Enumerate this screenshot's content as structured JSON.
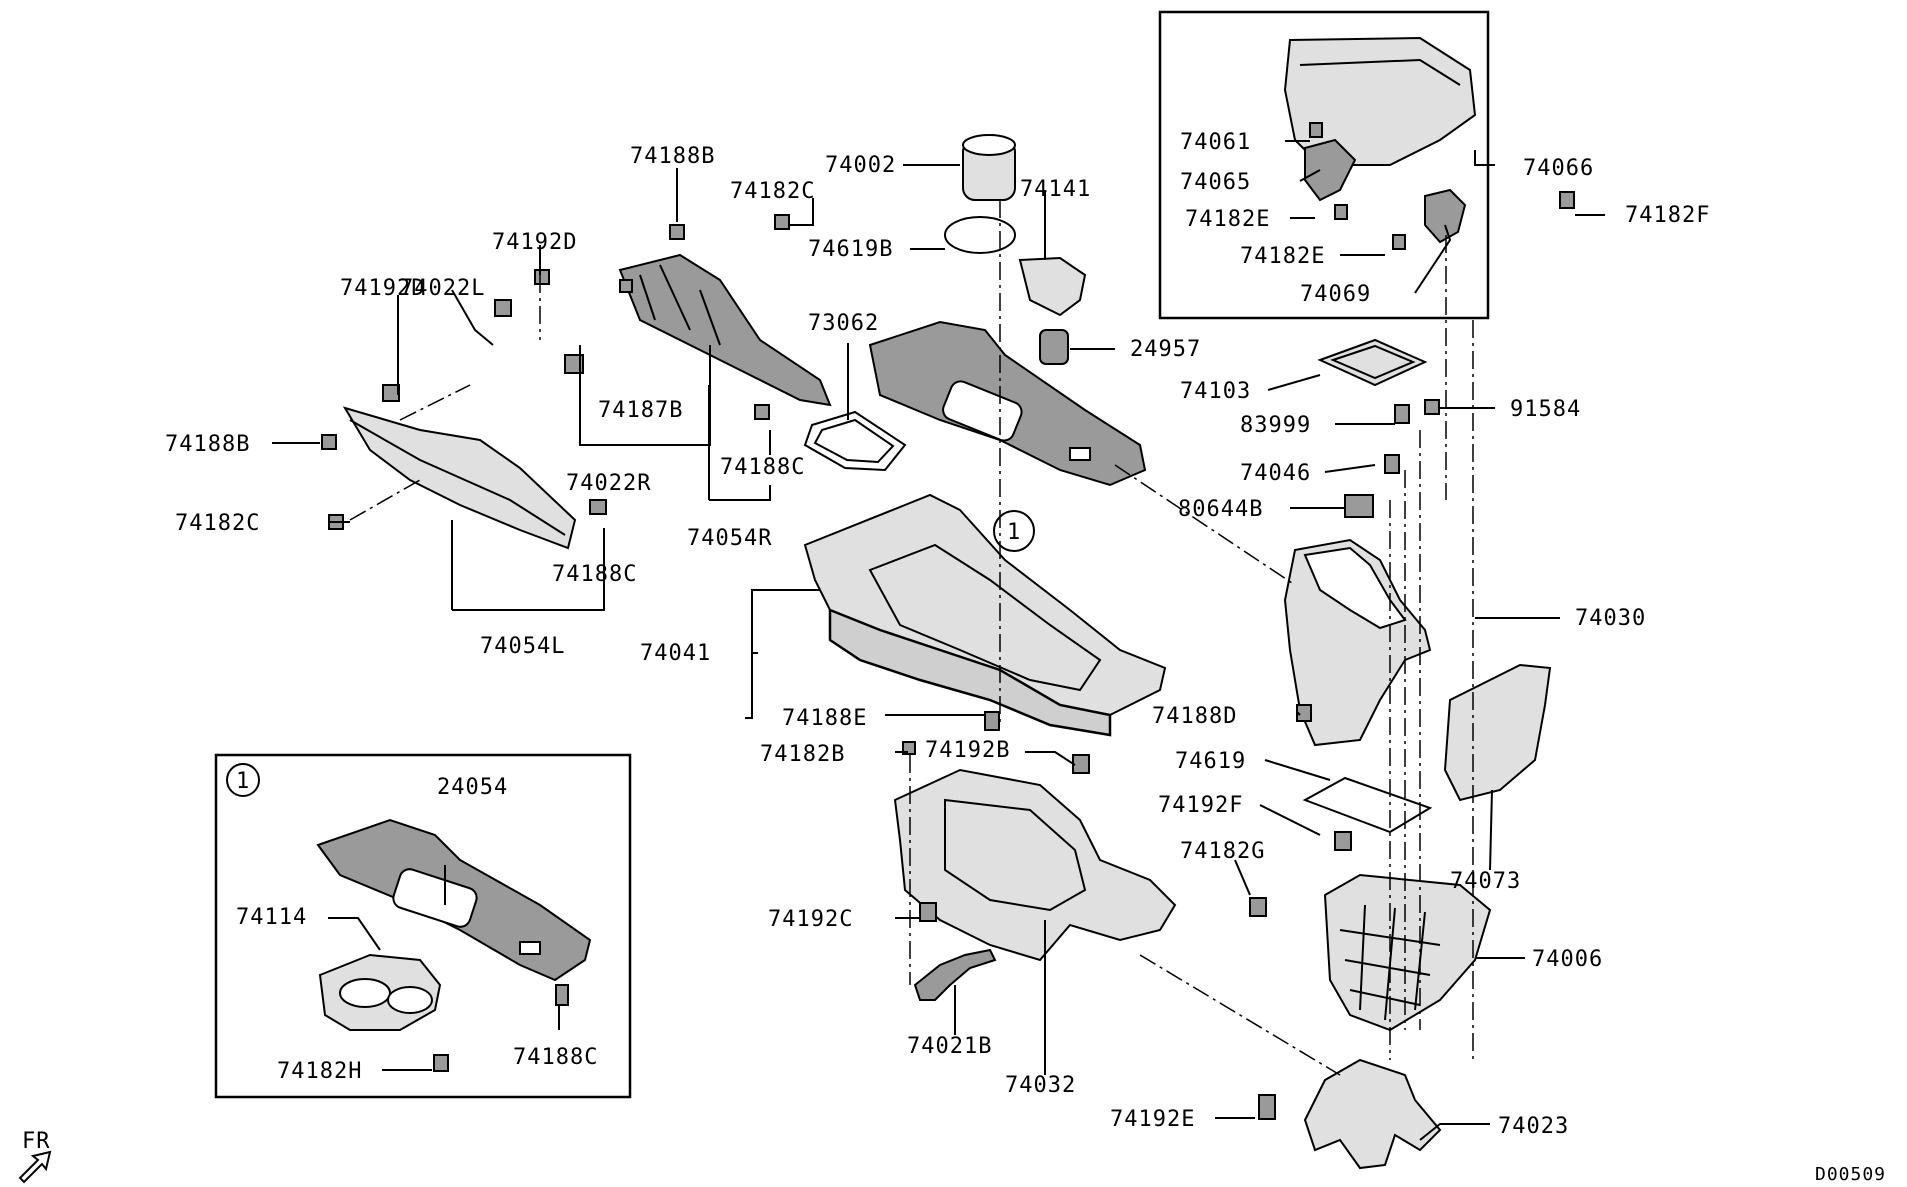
{
  "diagram": {
    "callout_marker": "1",
    "direction_label": "FR",
    "drawing_code": "D00509",
    "labels": {
      "p74188B_top": "74188B",
      "p74002": "74002",
      "p74182C_top": "74182C",
      "p74141": "74141",
      "p74619B": "74619B",
      "p74192D_upper": "74192D",
      "p74192D_lower": "74192D",
      "p74022L": "74022L",
      "p73062": "73062",
      "p24957": "24957",
      "p74187B": "74187B",
      "p74022R": "74022R",
      "p74188B_left": "74188B",
      "p74188C_mid": "74188C",
      "p74182C_left": "74182C",
      "p74054R": "74054R",
      "p74188C_left": "74188C",
      "p74054L": "74054L",
      "p74041": "74041",
      "p74188E": "74188E",
      "p74182B": "74182B",
      "p74192B": "74192B",
      "p24054": "24054",
      "p74114": "74114",
      "p74182H": "74182H",
      "p74188C_inset": "74188C",
      "p74192C": "74192C",
      "p74021B": "74021B",
      "p74032": "74032",
      "p74061": "74061",
      "p74066": "74066",
      "p74065": "74065",
      "p74182E_a": "74182E",
      "p74182F": "74182F",
      "p74182E_b": "74182E",
      "p74069": "74069",
      "p74103": "74103",
      "p91584": "91584",
      "p83999": "83999",
      "p74046": "74046",
      "p80644B": "80644B",
      "p74030": "74030",
      "p74188D": "74188D",
      "p74619": "74619",
      "p74192F": "74192F",
      "p74182G": "74182G",
      "p74073": "74073",
      "p74006": "74006",
      "p74192E": "74192E",
      "p74023": "74023"
    }
  }
}
